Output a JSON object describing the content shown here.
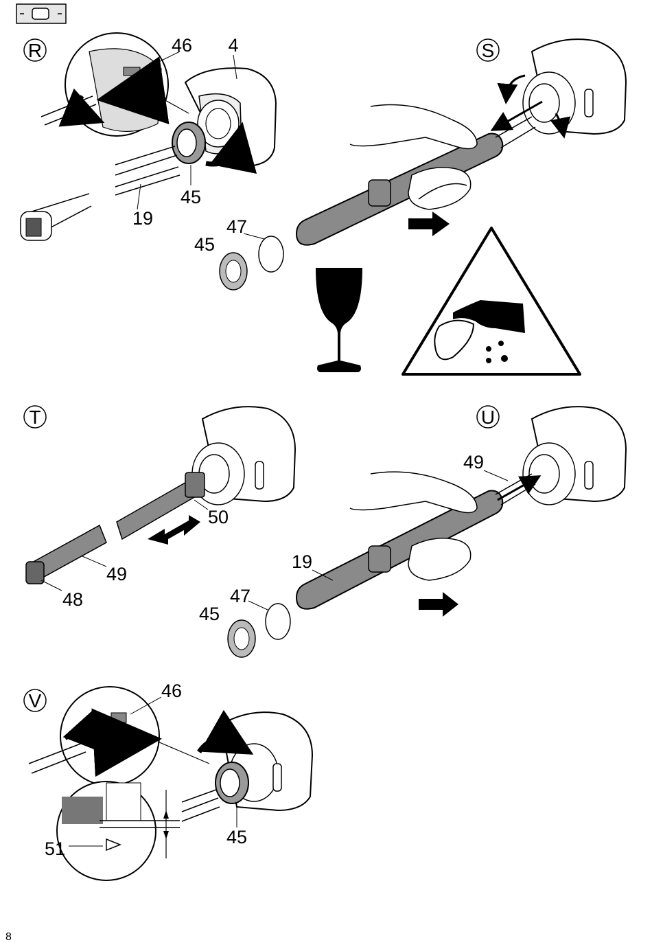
{
  "header_icon": "module-tab-icon",
  "page_number": "8",
  "panels": {
    "R": {
      "letter": "R",
      "labels": {
        "l46": "46",
        "l4": "4",
        "l45a": "45",
        "l19": "19",
        "l47": "47",
        "l45b": "45"
      }
    },
    "S": {
      "letter": "S"
    },
    "T": {
      "letter": "T",
      "labels": {
        "l50": "50",
        "l49": "49",
        "l48": "48"
      }
    },
    "U": {
      "letter": "U",
      "labels": {
        "l49": "49",
        "l19": "19",
        "l47": "47",
        "l45": "45"
      }
    },
    "V": {
      "letter": "V",
      "labels": {
        "l46": "46",
        "l51": "51",
        "l45": "45"
      }
    }
  },
  "warnings": {
    "fragile_icon": "fragile-glass-icon",
    "hazard_icon": "corrosive-hazard-icon"
  }
}
